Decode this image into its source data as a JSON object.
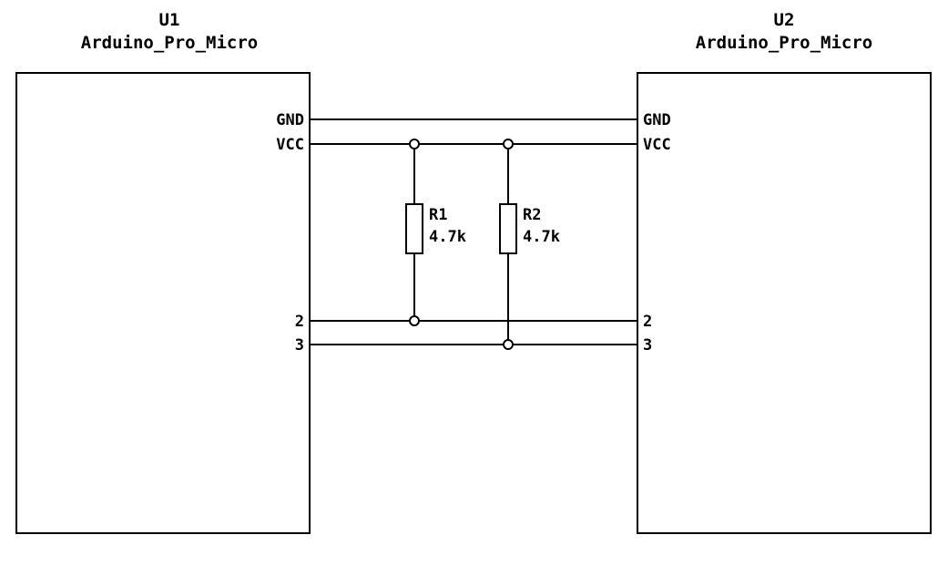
{
  "schematic": {
    "components": [
      {
        "ref": "U1",
        "value": "Arduino_Pro_Micro",
        "pins": [
          "GND",
          "VCC",
          "2",
          "3"
        ]
      },
      {
        "ref": "U2",
        "value": "Arduino_Pro_Micro",
        "pins": [
          "GND",
          "VCC",
          "2",
          "3"
        ]
      }
    ],
    "resistors": [
      {
        "ref": "R1",
        "value": "4.7k"
      },
      {
        "ref": "R2",
        "value": "4.7k"
      }
    ],
    "colors": {
      "line": "#000000",
      "background": "#ffffff"
    }
  }
}
